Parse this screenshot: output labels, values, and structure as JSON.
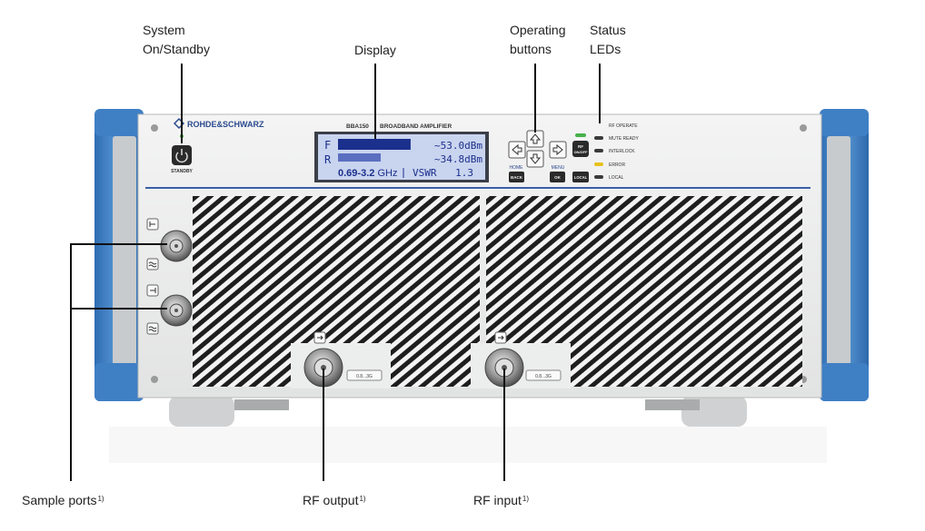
{
  "callouts": {
    "system_standby": [
      "System",
      "On/Standby"
    ],
    "display": "Display",
    "operating_buttons": [
      "Operating",
      "buttons"
    ],
    "status_leds": [
      "Status",
      "LEDs"
    ],
    "sample_ports": {
      "text": "Sample ports",
      "note": "1)"
    },
    "rf_output": {
      "text": "RF output",
      "note": "1)"
    },
    "rf_input": {
      "text": "RF input",
      "note": "1)"
    }
  },
  "device": {
    "brand": "ROHDE&SCHWARZ",
    "model": "BBA150",
    "product": "BROADBAND AMPLIFIER",
    "standby_label": "STANDBY",
    "display": {
      "row1_label": "F",
      "row1_value": "~53.0dBm",
      "row2_label": "R",
      "row2_value": "~34.8dBm",
      "freq_range": "0.69-3.2",
      "freq_unit": "GHz",
      "vswr_label": "VSWR",
      "vswr_value": "1.3",
      "forward_fill": 0.85,
      "reverse_fill": 0.5
    },
    "buttons": {
      "home": "HOME",
      "back": "BACK",
      "menu": "MENU",
      "ok": "OK",
      "rf_on_line1": "RF",
      "rf_on_line2": "ON/OFF",
      "local": "LOCAL"
    },
    "leds": {
      "rf_operate": "RF OPERATE",
      "mute_ready": "MUTE READY",
      "interlock": "INTERLOCK",
      "error": "ERROR",
      "local": "LOCAL",
      "colors": {
        "operate": "#46b04a",
        "ready": "#3a3a3a",
        "interlock": "#3a3a3a",
        "error": "#e6c21c",
        "local": "#3a3a3a"
      }
    },
    "port_tags": {
      "rf_output": "0.8...3G",
      "rf_input": "0.8...3G"
    }
  },
  "colors": {
    "handle_blue": "#3f7fc4",
    "panel": "#eceded",
    "lcd_bg": "#c9d4ef",
    "lcd_ink": "#1b2f8c"
  }
}
